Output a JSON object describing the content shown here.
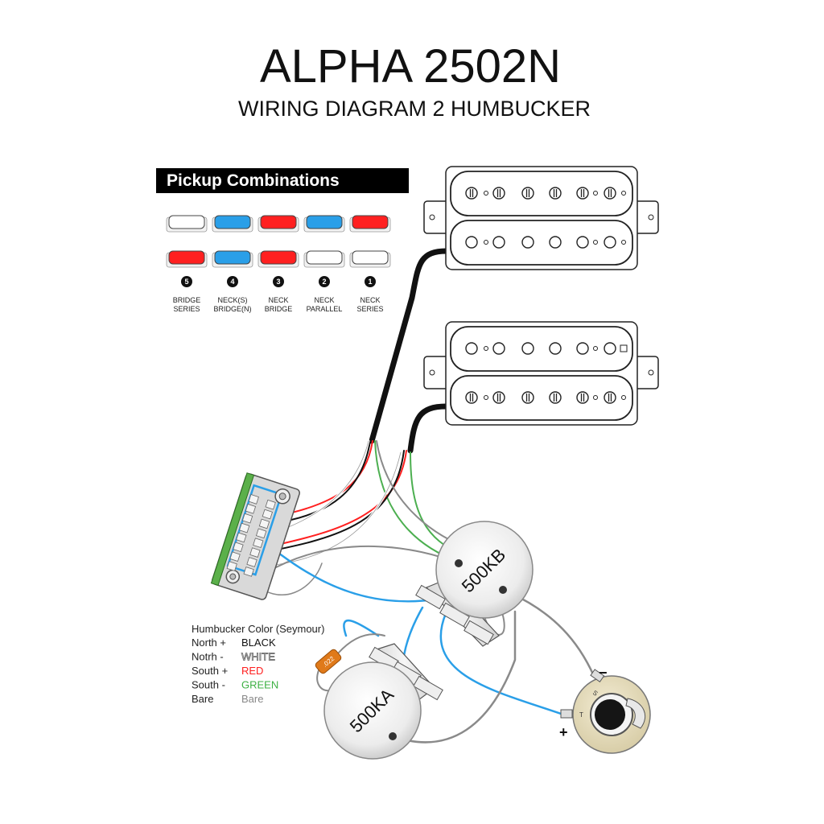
{
  "title": "ALPHA  2502N",
  "subtitle": "WIRING DIAGRAM 2 HUMBUCKER",
  "combos": {
    "header": "Pickup Combinations",
    "colors": {
      "off": "#ffffff",
      "red": "#ff2020",
      "blue": "#2a9fe8"
    },
    "positions": [
      {
        "number": "5",
        "line1": "BRIDGE",
        "line2": "SERIES",
        "top": "off",
        "bottom": "red"
      },
      {
        "number": "4",
        "line1": "NECK(S)",
        "line2": "BRIDGE(N)",
        "top": "blue",
        "bottom": "blue"
      },
      {
        "number": "3",
        "line1": "NECK",
        "line2": "BRIDGE",
        "top": "red",
        "bottom": "red"
      },
      {
        "number": "2",
        "line1": "NECK",
        "line2": "PARALLEL",
        "top": "blue",
        "bottom": "off"
      },
      {
        "number": "1",
        "line1": "NECK",
        "line2": "SERIES",
        "top": "red",
        "bottom": "off"
      }
    ]
  },
  "pots": {
    "tone": "500KA",
    "volume": "500KB"
  },
  "capacitor": ".022",
  "jack": {
    "minus": "−",
    "plus": "+",
    "sleeve": "S",
    "tip": "T"
  },
  "legend": {
    "title": "Humbucker Color (Seymour)",
    "rows": [
      {
        "name": "North +",
        "value": "BLACK",
        "color": "#111111"
      },
      {
        "name": "Notrh -",
        "value": "WHITE",
        "color": "#ffffff"
      },
      {
        "name": "South +",
        "value": "RED",
        "color": "#ff2020"
      },
      {
        "name": "South -",
        "value": "GREEN",
        "color": "#3cb043"
      },
      {
        "name": "Bare",
        "value": "Bare",
        "color": "#888888"
      }
    ]
  },
  "wire_colors": {
    "black": "#111111",
    "red": "#ff2020",
    "green": "#4caf50",
    "white": "#ffffff",
    "bare": "#8a8a8a",
    "blue": "#2a9fe8"
  }
}
